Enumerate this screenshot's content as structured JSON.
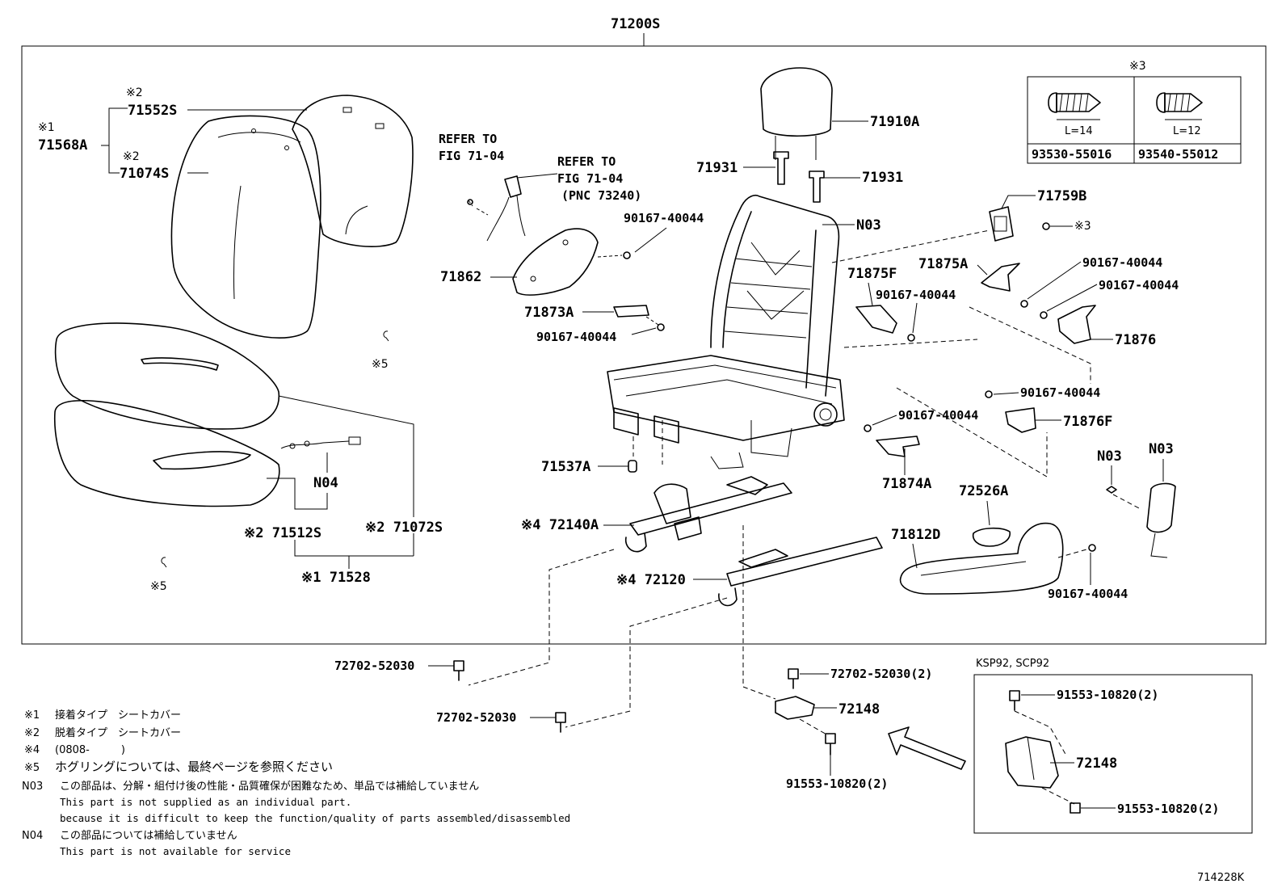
{
  "assembly": "71200S",
  "figure_code": "714228K",
  "fastener_table": {
    "mark": "※3",
    "columns": [
      {
        "length": "L=14",
        "part": "93530-55016"
      },
      {
        "length": "L=12",
        "part": "93540-55012"
      }
    ]
  },
  "labels": {
    "mark1_a": "※1",
    "p71568A": "71568A",
    "mark2_a": "※2",
    "p71552S": "71552S",
    "mark2_b": "※2",
    "p71074S": "71074S",
    "mark5_a": "※5",
    "mark5_b": "※5",
    "pN04": "N04",
    "p71512S": "※2 71512S",
    "p71072S": "※2 71072S",
    "p71528": "※1 71528",
    "ref1_l1": "REFER TO",
    "ref1_l2": "FIG 71-04",
    "ref2_l1": "REFER TO",
    "ref2_l2": "FIG 71-04",
    "ref2_l3": "(PNC 73240)",
    "p71862": "71862",
    "p90167_a": "90167-40044",
    "p71873A": "71873A",
    "p90167_b": "90167-40044",
    "p71910A": "71910A",
    "p71931_a": "71931",
    "p71931_b": "71931",
    "pN03_a": "N03",
    "p71759B": "71759B",
    "mark3_b": "※3",
    "p71875F": "71875F",
    "p90167_c": "90167-40044",
    "p71875A": "71875A",
    "p90167_d": "90167-40044",
    "p90167_e": "90167-40044",
    "p71876": "71876",
    "p90167_f": "90167-40044",
    "p71876F": "71876F",
    "p90167_g": "90167-40044",
    "p71874A": "71874A",
    "pN03_b": "N03",
    "pN03_c": "N03",
    "p71537A": "71537A",
    "p72140A": "※4 72140A",
    "p72526A": "72526A",
    "p71812D": "71812D",
    "p90167_h": "90167-40044",
    "p72120": "※4 72120",
    "p72702_a": "72702-52030",
    "p72702_b": "72702-52030(2)",
    "p72148_a": "72148",
    "p72702_c": "72702-52030",
    "p91553_a": "91553-10820(2)",
    "inset_title": "KSP92, SCP92",
    "p91553_b": "91553-10820(2)",
    "p72148_b": "72148",
    "p91553_c": "91553-10820(2)"
  },
  "notes": [
    {
      "mark": "※1",
      "text": "接着タイプ　シートカバー"
    },
    {
      "mark": "※2",
      "text": "脱着タイプ　シートカバー"
    },
    {
      "mark": "※4",
      "text": "(0808-　　　)"
    },
    {
      "mark": "※5",
      "text": "ホグリングについては、最終ページを参照ください"
    },
    {
      "mark": "N03",
      "text": "この部品は、分解・組付け後の性能・品質確保が困難なため、単品では補給していません",
      "en1": "This part is not supplied as an individual part.",
      "en2": "because it is difficult to keep the function/quality of parts assembled/disassembled"
    },
    {
      "mark": "N04",
      "text": "この部品については補給していません",
      "en1": "This part is not available for service"
    }
  ]
}
